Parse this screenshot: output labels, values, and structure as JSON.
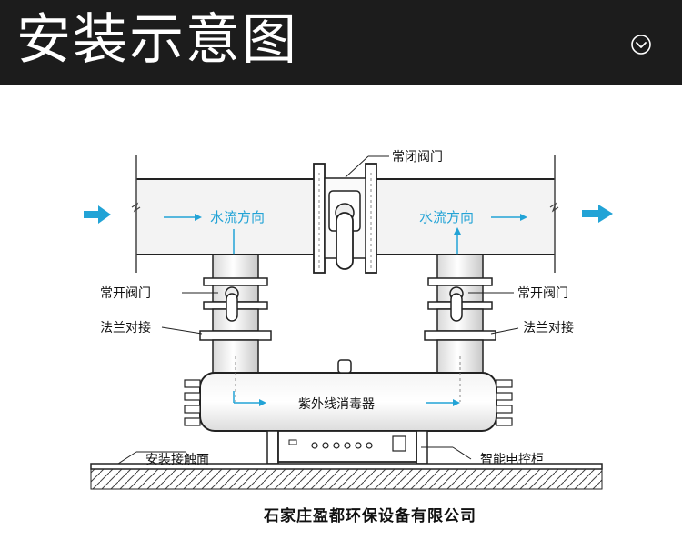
{
  "header": {
    "title": "安装示意图",
    "expand_icon": "chevron-down-circle-icon"
  },
  "diagram": {
    "labels": {
      "normally_closed_valve": "常闭阀门",
      "normally_open_valve_left": "常开阀门",
      "normally_open_valve_right": "常开阀门",
      "flange_left": "法兰对接",
      "flange_right": "法兰对接",
      "sterilizer": "紫外线消毒器",
      "mounting_surface": "安装接触面",
      "control_cabinet": "智能电控柜",
      "flow_left": "水流方向",
      "flow_right": "水流方向"
    },
    "company": "石家庄盈都环保设备有限公司"
  },
  "colors": {
    "banner_bg": "#1c1c1c",
    "flow_blue": "#22a3d6",
    "pipe_fill": "#f2f2f2",
    "outline": "#222222"
  }
}
